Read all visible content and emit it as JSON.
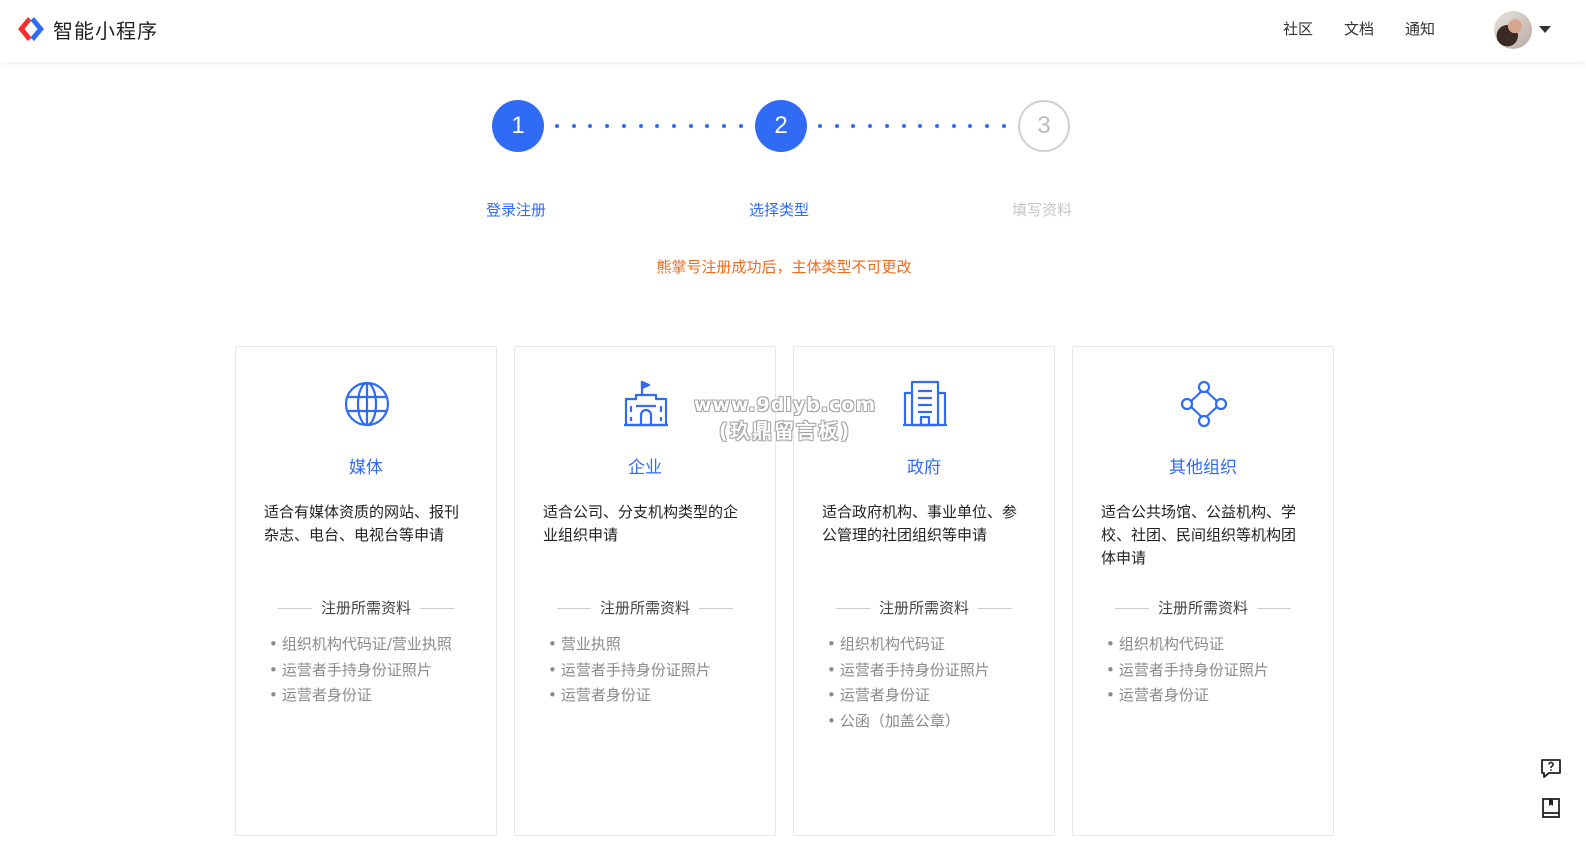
{
  "header": {
    "app_name": "智能小程序",
    "nav": [
      {
        "label": "社区"
      },
      {
        "label": "文档"
      },
      {
        "label": "通知"
      }
    ],
    "brand_colors": {
      "red": "#f2312e",
      "blue": "#2f6bf5"
    }
  },
  "steps": [
    {
      "number": "1",
      "label": "登录注册",
      "state": "done"
    },
    {
      "number": "2",
      "label": "选择类型",
      "state": "current"
    },
    {
      "number": "3",
      "label": "填写资料",
      "state": "pending"
    }
  ],
  "notice": "熊掌号注册成功后，主体类型不可更改",
  "cards": [
    {
      "icon": "globe-icon",
      "title": "媒体",
      "desc": "适合有媒体资质的网站、报刊杂志、电台、电视台等申请",
      "req_title": "注册所需资料",
      "reqs": [
        "组织机构代码证/营业执照",
        "运营者手持身份证照片",
        "运营者身份证"
      ]
    },
    {
      "icon": "building-flag-icon",
      "title": "企业",
      "desc": "适合公司、分支机构类型的企业组织申请",
      "req_title": "注册所需资料",
      "reqs": [
        "营业执照",
        "运营者手持身份证照片",
        "运营者身份证"
      ]
    },
    {
      "icon": "government-building-icon",
      "title": "政府",
      "desc": "适合政府机构、事业单位、参公管理的社团组织等申请",
      "req_title": "注册所需资料",
      "reqs": [
        "组织机构代码证",
        "运营者手持身份证照片",
        "运营者身份证",
        "公函（加盖公章）"
      ]
    },
    {
      "icon": "network-nodes-icon",
      "title": "其他组织",
      "desc": "适合公共场馆、公益机构、学校、社团、民间组织等机构团体申请",
      "req_title": "注册所需资料",
      "reqs": [
        "组织机构代码证",
        "运营者手持身份证照片",
        "运营者身份证"
      ]
    }
  ],
  "watermark": {
    "line1": "www.9dlyb.com",
    "line2": "(玖鼎留言板)"
  },
  "accent_color": "#2f6bf5",
  "notice_color": "#f06a1c"
}
